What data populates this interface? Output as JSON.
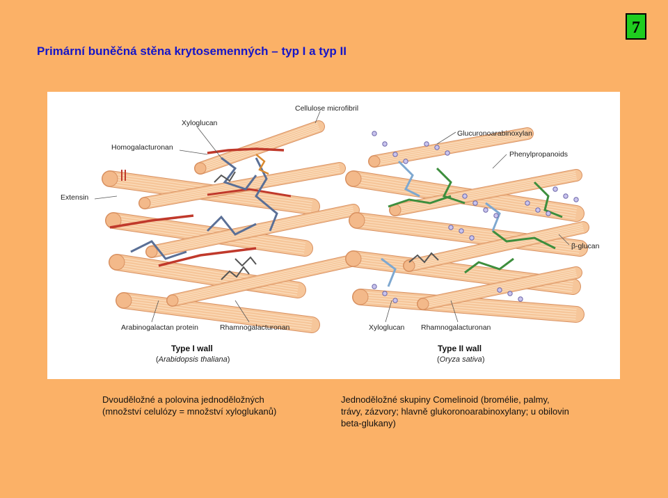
{
  "page_title": "Primární buněčná stěna krytosemenných – typ I a typ II",
  "page_number": "7",
  "colors": {
    "background": "#fbb167",
    "title": "#1515c8",
    "page_number_bg": "#1fcd1f",
    "cellulose": "#f6c69a",
    "cellulose_edge": "#d89060",
    "homogalacturonan": "#c0392b",
    "xyloglucan": "#5a6f96",
    "glucuronoarabinoxylan": "#3d8e3d",
    "phenylpropanoids": "#8a84c8",
    "beta_glucan": "#7ea8d0"
  },
  "diagram": {
    "labels": {
      "cellulose_microfibril": "Cellulose microfibril",
      "xyloglucan_top": "Xyloglucan",
      "homogalacturonan": "Homogalacturonan",
      "extensin": "Extensin",
      "arabinogalactan_protein": "Arabinogalactan protein",
      "rhamnogalacturonan_left": "Rhamnogalacturonan",
      "glucuronoarabinoxylan": "Glucuronoarabinoxylan",
      "phenylpropanoids": "Phenylpropanoids",
      "beta_glucan": "β-glucan",
      "xyloglucan_bottom": "Xyloglucan",
      "rhamnogalacturonan_right": "Rhamnogalacturonan"
    },
    "type1": {
      "title": "Type I wall",
      "species_open": "(",
      "species": "Arabidopsis thaliana",
      "species_close": ")"
    },
    "type2": {
      "title": "Type II wall",
      "species_open": "(",
      "species": "Oryza sativa",
      "species_close": ")"
    }
  },
  "caption_left": {
    "line1": "Dvouděložné a polovina jednoděložných",
    "line2": "(množství celulózy = množství xyloglukanů)"
  },
  "caption_right": {
    "line1": "Jednoděložné skupiny Comelinoid (bromélie, palmy,",
    "line2": "trávy, zázvory; hlavně glukoronoarabinoxylany; u obilovin",
    "line3": "beta-glukany)"
  }
}
